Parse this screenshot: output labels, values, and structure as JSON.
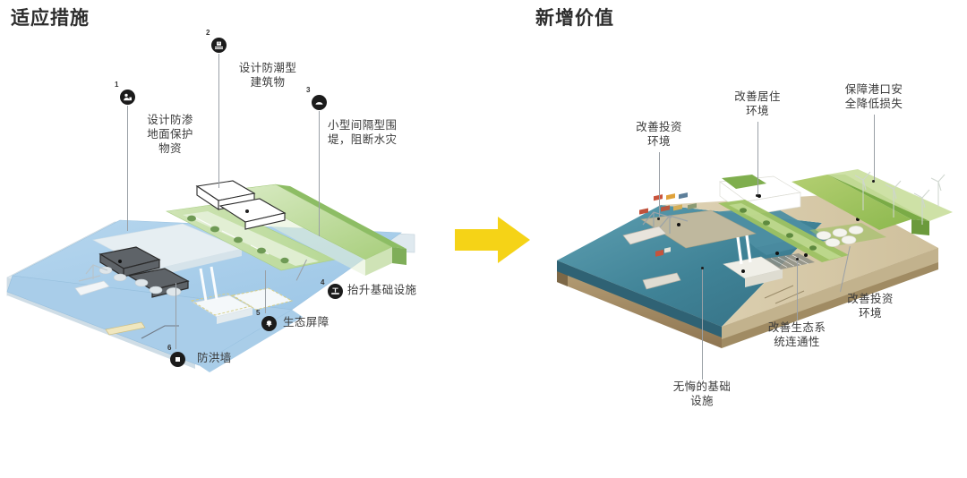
{
  "panels": {
    "left": {
      "title": "适应措施",
      "callouts": [
        {
          "number": "1",
          "icon": "ground-protection-icon",
          "label": "设计防渗\n地面保护\n物资"
        },
        {
          "number": "2",
          "icon": "flood-proof-building-icon",
          "label": "设计防潮型\n建筑物"
        },
        {
          "number": "3",
          "icon": "small-dike-icon",
          "label": "小型间隔型围\n堤，阻断水灾"
        },
        {
          "number": "4",
          "icon": "raise-infrastructure-icon",
          "label": "抬升基础设施"
        },
        {
          "number": "5",
          "icon": "eco-barrier-icon",
          "label": "生态屏障"
        },
        {
          "number": "6",
          "icon": "flood-wall-icon",
          "label": "防洪墙"
        }
      ]
    },
    "right": {
      "title": "新增价值",
      "callouts": [
        {
          "id": "improve-investment-env-top",
          "label": "改善投资\n环境"
        },
        {
          "id": "improve-living-env",
          "label": "改善居住\n环境"
        },
        {
          "id": "port-safety-loss-reduction",
          "label": "保障港口安\n全降低损失"
        },
        {
          "id": "improve-investment-env-right",
          "label": "改善投资\n环境"
        },
        {
          "id": "improve-eco-connectivity",
          "label": "改善生态系\n统连通性"
        },
        {
          "id": "no-regret-infrastructure",
          "label": "无悔的基础\n设施"
        }
      ]
    }
  },
  "arrow": {
    "name": "transition-arrow",
    "color": "#F5D317"
  },
  "colors": {
    "water_light": "#aacde8",
    "water_deep": "#3d7f96",
    "green_land": "#bcd9a0",
    "green_bright": "#9dc85f",
    "sand": "#d9cdb0",
    "concrete": "#e9eef1",
    "dark_roof": "#4e5257",
    "leader_line": "#9aa0a6",
    "title_text": "#2d2d2d",
    "label_text": "#3a3a3a"
  }
}
